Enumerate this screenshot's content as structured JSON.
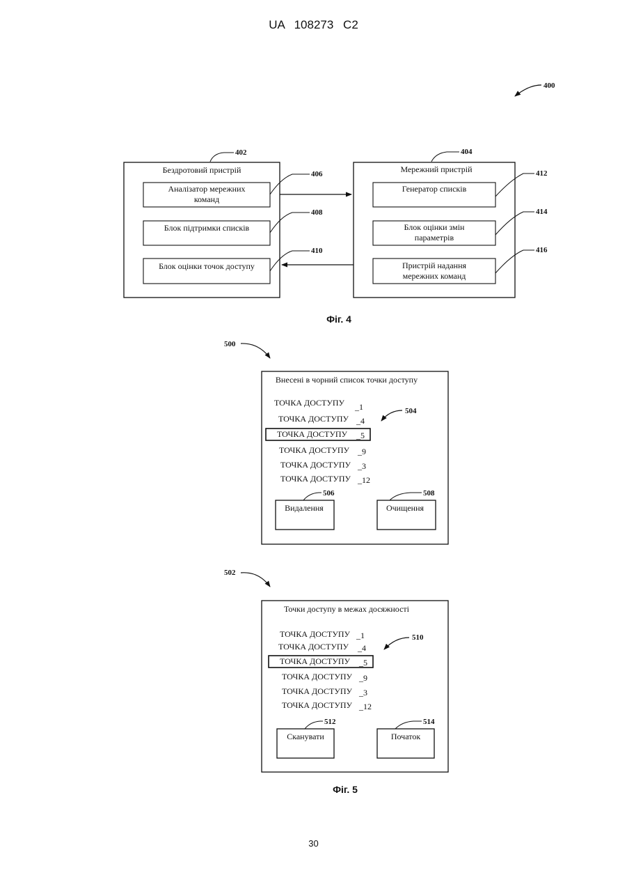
{
  "header": {
    "patent_number": "UA 108273 C2"
  },
  "page_number": "30",
  "fig4": {
    "ref_main": "400",
    "left_block": {
      "ref": "402",
      "title": "Бездротовий пристрій",
      "items": [
        {
          "ref": "406",
          "lines": [
            "Аналізатор мережних",
            "команд"
          ]
        },
        {
          "ref": "408",
          "lines": [
            "Блок підтримки списків"
          ]
        },
        {
          "ref": "410",
          "lines": [
            "Блок оцінки точок доступу"
          ]
        }
      ]
    },
    "right_block": {
      "ref": "404",
      "title": "Мережний пристрій",
      "items": [
        {
          "ref": "412",
          "lines": [
            "Генератор списків"
          ]
        },
        {
          "ref": "414",
          "lines": [
            "Блок оцінки змін",
            "параметрів"
          ]
        },
        {
          "ref": "416",
          "lines": [
            "Пристрій надання",
            "мережних команд"
          ]
        }
      ]
    },
    "caption": "Фіг. 4"
  },
  "fig5": {
    "panel_a": {
      "ref": "500",
      "title": "Внесені в чорний список точки доступу",
      "list_ref": "504",
      "items": [
        {
          "label": "ТОЧКА ДОСТУПУ",
          "num": "_1"
        },
        {
          "label": "ТОЧКА ДОСТУПУ",
          "num": "_4"
        },
        {
          "label": "ТОЧКА ДОСТУПУ",
          "num": "_5"
        },
        {
          "label": "ТОЧКА ДОСТУПУ",
          "num": "_9"
        },
        {
          "label": "ТОЧКА ДОСТУПУ",
          "num": "_3"
        },
        {
          "label": "ТОЧКА ДОСТУПУ",
          "num": "_12"
        }
      ],
      "buttons": [
        {
          "ref": "506",
          "label": "Видалення"
        },
        {
          "ref": "508",
          "label": "Очищення"
        }
      ]
    },
    "panel_b": {
      "ref": "502",
      "title": "Точки доступу в межах досяжності",
      "list_ref": "510",
      "items": [
        {
          "label": "ТОЧКА ДОСТУПУ",
          "num": "_1"
        },
        {
          "label": "ТОЧКА ДОСТУПУ",
          "num": "_4"
        },
        {
          "label": "ТОЧКА ДОСТУПУ",
          "num": "_5"
        },
        {
          "label": "ТОЧКА ДОСТУПУ",
          "num": "_9"
        },
        {
          "label": "ТОЧКА ДОСТУПУ",
          "num": "_3"
        },
        {
          "label": "ТОЧКА ДОСТУПУ",
          "num": "_12"
        }
      ],
      "buttons": [
        {
          "ref": "512",
          "label": "Сканувати"
        },
        {
          "ref": "514",
          "label": "Початок"
        }
      ]
    },
    "caption": "Фіг. 5"
  }
}
